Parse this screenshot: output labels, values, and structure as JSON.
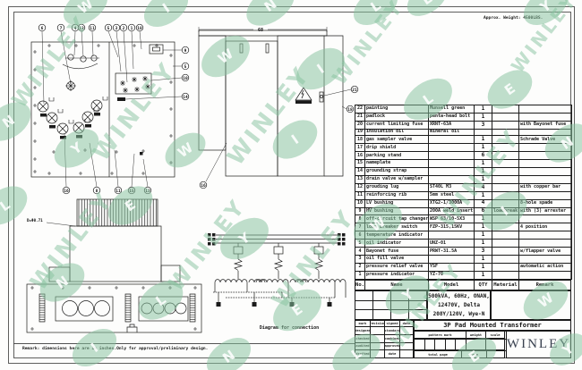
{
  "sheet": {
    "approx_weight": "Approx. Weight: 4500LBS.",
    "remark_note": "Remark: dimensions here are in inches.Only for approval/preliminary design.",
    "diagram_caption": "Diagram for connection",
    "dim_width": "68",
    "dim_radiator": "D=Φ0.71"
  },
  "watermark": {
    "brand": "WINLEY",
    "letters": [
      "W",
      "I",
      "N",
      "L",
      "E",
      "Y"
    ]
  },
  "callouts": {
    "front_top": [
      "6",
      "7",
      "4",
      "13",
      "11",
      "5",
      "3",
      "2",
      "1",
      "18"
    ],
    "front_right": [
      "9",
      "5",
      "10",
      "14"
    ],
    "plan_top": [
      "16",
      "8",
      "11",
      "15",
      "13"
    ],
    "side": {
      "handle": "21",
      "stand": "16",
      "edge": "18"
    }
  },
  "parts_table": {
    "headers": {
      "no": "No.",
      "name": "Name",
      "model": "Model",
      "qty": "QTY",
      "material": "Material",
      "remark": "Remark"
    },
    "rows": [
      {
        "no": "22",
        "name": "painting",
        "model": "Munsell green",
        "qty": "1",
        "material": "",
        "remark": ""
      },
      {
        "no": "21",
        "name": "padlock",
        "model": "penta-head bolt",
        "qty": "1",
        "material": "",
        "remark": ""
      },
      {
        "no": "20",
        "name": "current limiting fuse",
        "model": "XRNT-63A",
        "qty": "3",
        "material": "",
        "remark": "with Bayonet fuse"
      },
      {
        "no": "19",
        "name": "insulation oil",
        "model": "mineral oil",
        "qty": "",
        "material": "",
        "remark": ""
      },
      {
        "no": "18",
        "name": "gas sampler valve",
        "model": "",
        "qty": "1",
        "material": "",
        "remark": "Schrade Valve"
      },
      {
        "no": "17",
        "name": "drip shield",
        "model": "",
        "qty": "1",
        "material": "",
        "remark": ""
      },
      {
        "no": "16",
        "name": "parking stand",
        "model": "",
        "qty": "6",
        "material": "",
        "remark": ""
      },
      {
        "no": "15",
        "name": "nameplate",
        "model": "",
        "qty": "1",
        "material": "",
        "remark": ""
      },
      {
        "no": "14",
        "name": "grounding strap",
        "model": "",
        "qty": "1",
        "material": "",
        "remark": ""
      },
      {
        "no": "13",
        "name": "drain valve w/sampler",
        "model": "",
        "qty": "1",
        "material": "",
        "remark": ""
      },
      {
        "no": "12",
        "name": "grouding lug",
        "model": "ST40L M3",
        "qty": "4",
        "material": "",
        "remark": "with copper bar"
      },
      {
        "no": "11",
        "name": "reinforcing rib",
        "model": "5mm steel",
        "qty": "1",
        "material": "",
        "remark": ""
      },
      {
        "no": "10",
        "name": "LV bushing",
        "model": "XTG2-1/3000A",
        "qty": "4",
        "material": "",
        "remark": "8-hole spade"
      },
      {
        "no": "9",
        "name": "HV bushing",
        "model": "200A weld insert",
        "qty": "6",
        "material": "loadbreak",
        "remark": "with (3) arrester"
      },
      {
        "no": "8",
        "name": "off-circuit tap changer",
        "model": "WSP 63/10-5X3",
        "qty": "1",
        "material": "",
        "remark": ""
      },
      {
        "no": "7",
        "name": "load breaker switch",
        "model": "FZP-315,15KV",
        "qty": "1",
        "material": "",
        "remark": "4 position"
      },
      {
        "no": "6",
        "name": "temperature indicator",
        "model": "",
        "qty": "1",
        "material": "",
        "remark": ""
      },
      {
        "no": "5",
        "name": "oil indicator",
        "model": "UNZ-01",
        "qty": "1",
        "material": "",
        "remark": ""
      },
      {
        "no": "4",
        "name": "Bayonet fuse",
        "model": "PRWT-31.5A",
        "qty": "3",
        "material": "",
        "remark": "w/flapper valve"
      },
      {
        "no": "3",
        "name": "oil fill valve",
        "model": "",
        "qty": "1",
        "material": "",
        "remark": ""
      },
      {
        "no": "2",
        "name": "pressure relief valve",
        "model": "YSF",
        "qty": "1",
        "material": "",
        "remark": "automatic action"
      },
      {
        "no": "1",
        "name": "pressure indicator",
        "model": "YZ-70",
        "qty": "1",
        "material": "",
        "remark": ""
      }
    ]
  },
  "title_block": {
    "spec_lines": [
      "500kVA, 60Hz, ONAN,",
      "12470V, Delta",
      "208Y/120V, Wye-N"
    ],
    "product_title": "3P Pad Mounted Transformer",
    "company": "WINLEY",
    "revision_header": [
      "mark",
      "revision",
      "signed",
      "date"
    ],
    "left_rows": [
      {
        "l": "designed",
        "r": "standard"
      },
      {
        "l": "checked",
        "r": "combined"
      },
      {
        "l": "audited",
        "r": "approved"
      },
      {
        "l": "drafted",
        "r": "date"
      }
    ],
    "pattern_mark": "pattern mark",
    "weight": "weight",
    "scale": "scale",
    "total_page": "total page",
    "page": "page"
  }
}
